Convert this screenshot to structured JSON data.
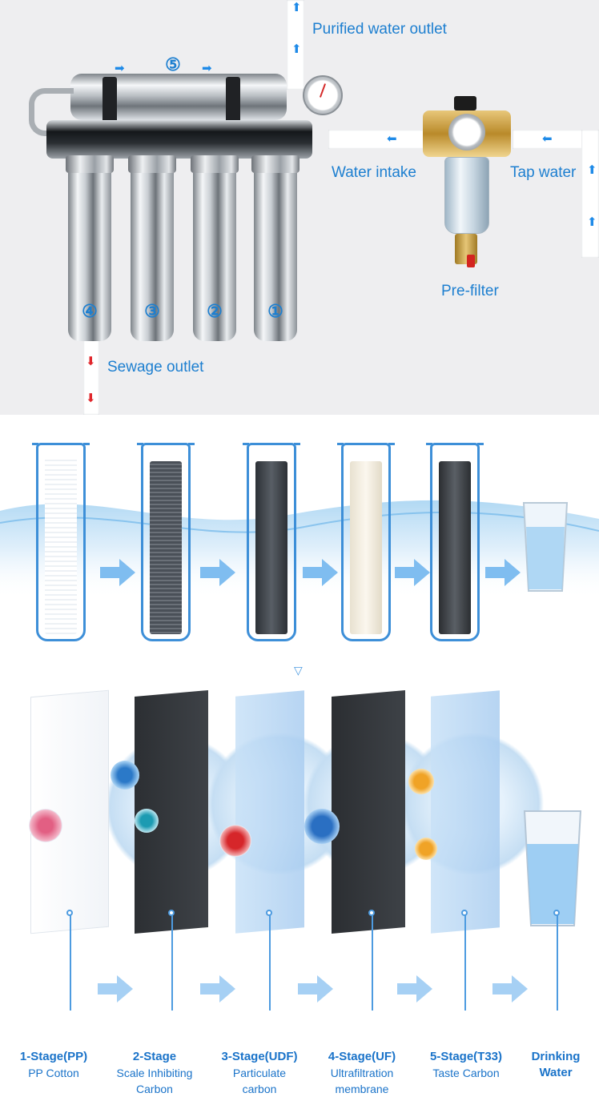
{
  "diagram": {
    "purified_outlet": "Purified water outlet",
    "water_intake": "Water intake",
    "tap_water": "Tap water",
    "pre_filter": "Pre-filter",
    "sewage_outlet": "Sewage outlet",
    "numbers": [
      "⑤",
      "④",
      "③",
      "②",
      "①"
    ]
  },
  "divider_symbol": "▽",
  "stages": [
    {
      "title": "1-Stage(PP)",
      "subtitle": [
        "PP Cotton"
      ]
    },
    {
      "title": "2-Stage",
      "subtitle": [
        "Scale Inhibiting",
        "Carbon"
      ]
    },
    {
      "title": "3-Stage(UDF)",
      "subtitle": [
        "Particulate",
        "carbon"
      ]
    },
    {
      "title": "4-Stage(UF)",
      "subtitle": [
        "Ultrafiltration",
        "membrane"
      ]
    },
    {
      "title": "5-Stage(T33)",
      "subtitle": [
        "Taste Carbon"
      ]
    },
    {
      "title": "Drinking",
      "subtitle": [
        "Water"
      ]
    }
  ],
  "colors": {
    "accent_blue": "#1d7fd0",
    "arrow_blue": "#1e8ae8",
    "arrow_red": "#e0262b",
    "panel_gray": "#eeeef0"
  }
}
